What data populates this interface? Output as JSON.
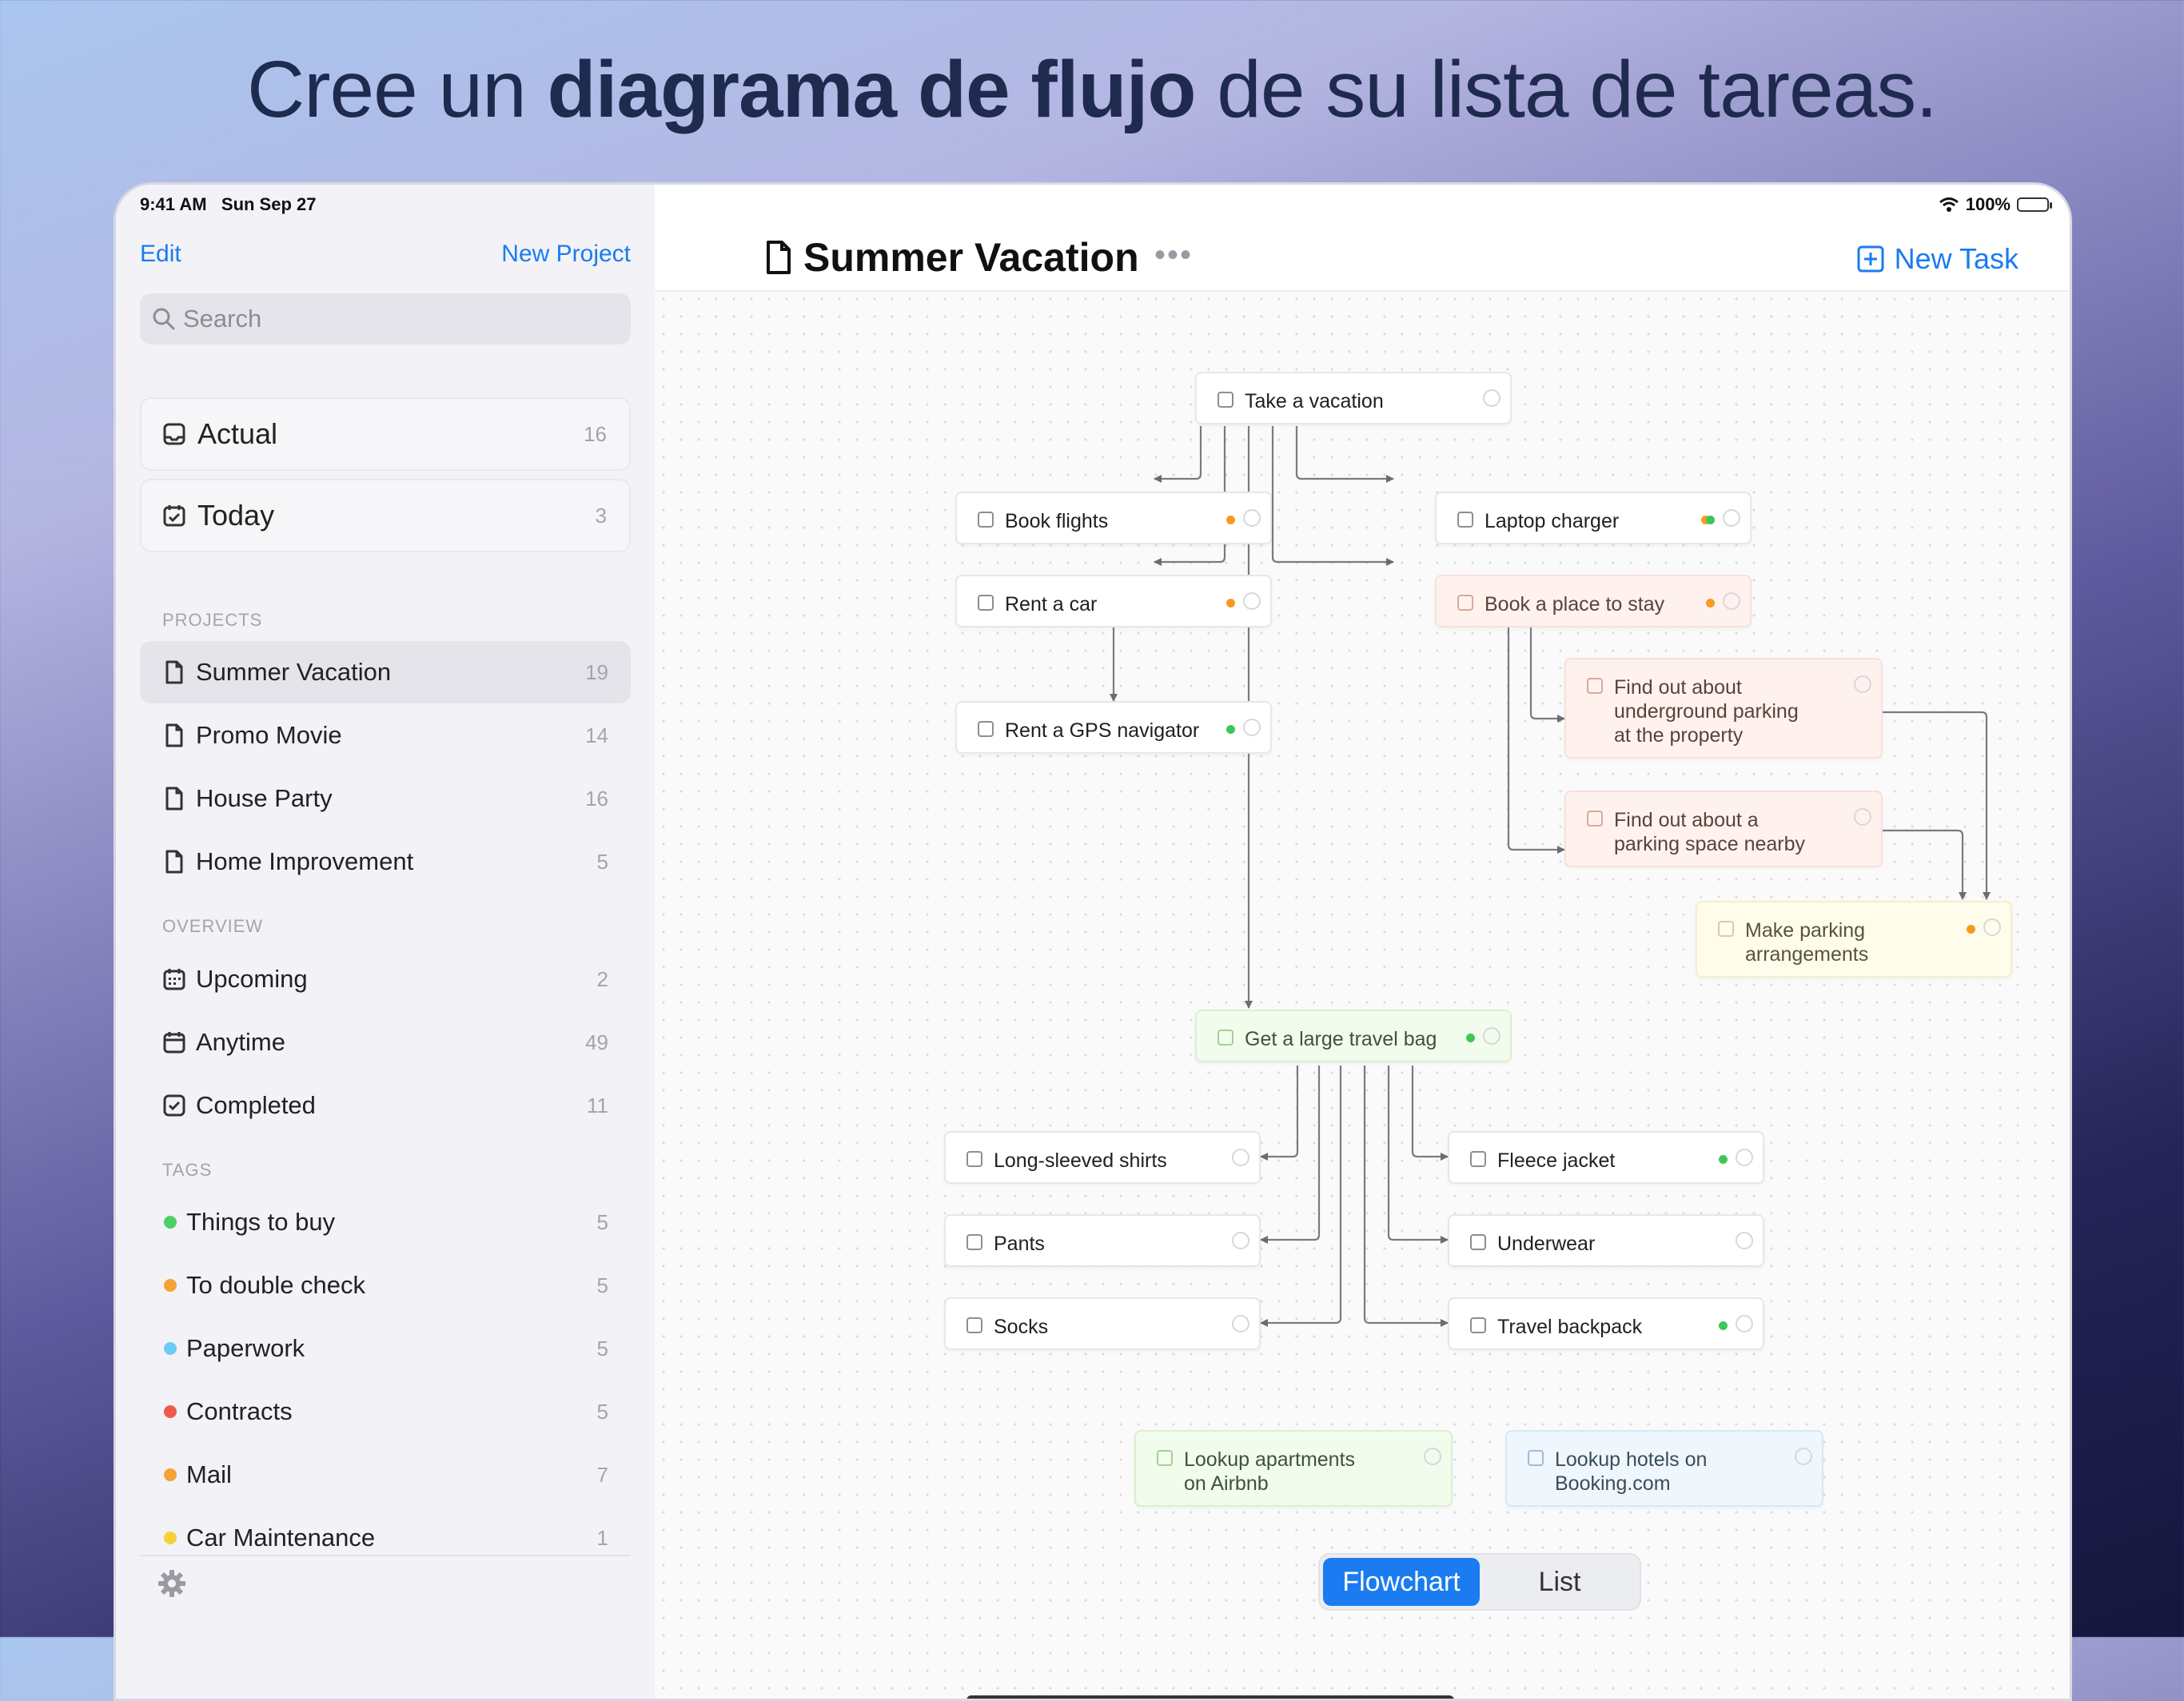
{
  "headline": {
    "part1": "Cree un ",
    "bold": "diagrama de flujo",
    "part2": " de su lista de tareas."
  },
  "status": {
    "time": "9:41 AM",
    "date": "Sun Sep 27",
    "battery": "100%"
  },
  "sidebar": {
    "edit_label": "Edit",
    "new_project_label": "New Project",
    "search_placeholder": "Search",
    "cards": [
      {
        "label": "Actual",
        "count": "16",
        "icon": "inbox-icon"
      },
      {
        "label": "Today",
        "count": "3",
        "icon": "calendar-check-icon"
      }
    ],
    "projects_title": "PROJECTS",
    "projects": [
      {
        "label": "Summer Vacation",
        "count": "19",
        "active": true
      },
      {
        "label": "Promo Movie",
        "count": "14"
      },
      {
        "label": "House Party",
        "count": "16"
      },
      {
        "label": "Home Improvement",
        "count": "5"
      }
    ],
    "overview_title": "OVERVIEW",
    "overview": [
      {
        "label": "Upcoming",
        "count": "2",
        "icon": "calendar-grid-icon"
      },
      {
        "label": "Anytime",
        "count": "49",
        "icon": "calendar-icon"
      },
      {
        "label": "Completed",
        "count": "11",
        "icon": "checked-box-icon"
      }
    ],
    "tags_title": "TAGS",
    "tags": [
      {
        "label": "Things to buy",
        "count": "5",
        "color": "#4cd066"
      },
      {
        "label": "To double check",
        "count": "5",
        "color": "#f6a234"
      },
      {
        "label": "Paperwork",
        "count": "5",
        "color": "#6ecbf3"
      },
      {
        "label": "Contracts",
        "count": "5",
        "color": "#f0594e"
      },
      {
        "label": "Mail",
        "count": "7",
        "color": "#f6a234"
      },
      {
        "label": "Car Maintenance",
        "count": "1",
        "color": "#f6d236"
      }
    ]
  },
  "main": {
    "title": "Summer Vacation",
    "more_label": "•••",
    "new_task_label": "New Task",
    "nodes": {
      "take_vacation": "Take a vacation",
      "book_flights": "Book flights",
      "rent_car": "Rent a car",
      "rent_gps": "Rent a GPS navigator",
      "laptop_charger": "Laptop charger",
      "book_place": "Book a place to stay",
      "find_underground": "Find out about\nunderground parking\nat the property",
      "find_parking": "Find out about a\nparking space nearby",
      "make_parking": "Make parking\narrangements",
      "travel_bag": "Get a large travel bag",
      "long_shirts": "Long-sleeved shirts",
      "pants": "Pants",
      "socks": "Socks",
      "fleece": "Fleece jacket",
      "underwear": "Underwear",
      "backpack": "Travel backpack",
      "airbnb": "Lookup apartments\non Airbnb",
      "booking": "Lookup hotels on\nBooking.com"
    },
    "tag_colors": {
      "orange": "#f59b1e",
      "green": "#3ec65a"
    },
    "view_switch": {
      "flowchart": "Flowchart",
      "list": "List"
    }
  }
}
